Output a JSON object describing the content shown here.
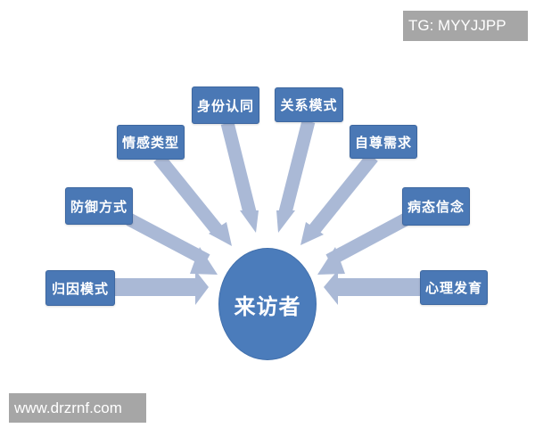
{
  "center": {
    "label": "来访者"
  },
  "nodes": [
    {
      "id": "attribution",
      "label": "归因模式"
    },
    {
      "id": "defense",
      "label": "防御方式"
    },
    {
      "id": "emotion",
      "label": "情感类型"
    },
    {
      "id": "identity",
      "label": "身份认同"
    },
    {
      "id": "relationship",
      "label": "关系模式"
    },
    {
      "id": "self-esteem",
      "label": "自尊需求"
    },
    {
      "id": "pathological-belief",
      "label": "病态信念"
    },
    {
      "id": "psych-development",
      "label": "心理发育"
    }
  ],
  "watermarks": {
    "top_right": "TG: MYYJJPP",
    "bottom_left": "www.drzrnf.com"
  },
  "colors": {
    "box": "#4a78b5",
    "circle": "#4b7cbb",
    "arrow": "#aab9d6",
    "watermark_bg": "#a6a6a6"
  }
}
